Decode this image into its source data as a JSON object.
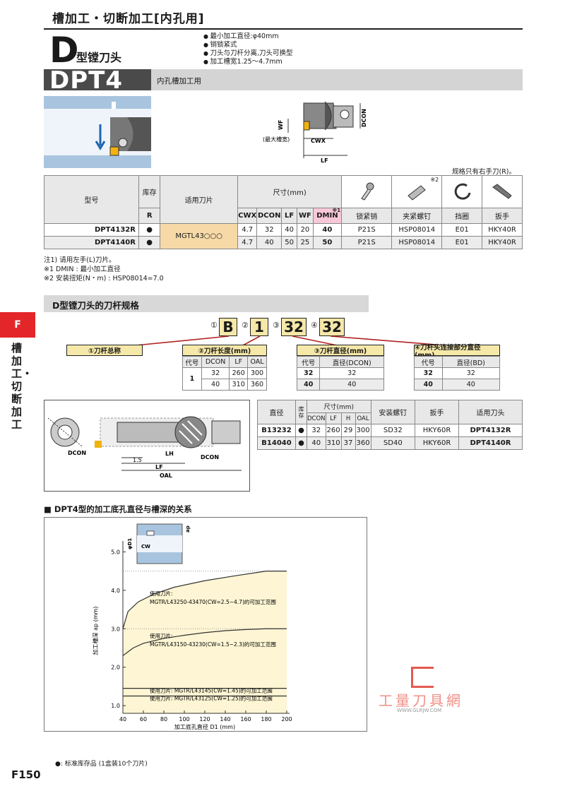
{
  "header": {
    "title": "槽加工・切断加工[内孔用]"
  },
  "product": {
    "type_letter": "D",
    "type_sub": "型镗刀头",
    "features": [
      "最小加工直径:φ40mm",
      "销锁紧式",
      "刀头与刀杆分离,刀头可换型",
      "加工槽宽1.25～4.7mm"
    ],
    "model": "DPT4",
    "subtitle": "内孔槽加工用"
  },
  "diagram_labels": {
    "dcon": "DCON",
    "wf": "WF",
    "cwx_note": "(最大槽宽)",
    "cwx": "CWX",
    "lf": "LF"
  },
  "right_hand_note": "规格只有右手刀(R)。",
  "main_table": {
    "h_model": "型号",
    "h_stock": "库存",
    "h_stock_r": "R",
    "h_insert": "适用刀片",
    "h_dims": "尺寸(mm)",
    "h_cols": [
      "CWX",
      "DCON",
      "LF",
      "WF",
      "DMIN"
    ],
    "h_mark1": "※1",
    "h_mark2": "※2",
    "h_parts": [
      "锁紧销",
      "夹紧螺钉",
      "挡圈",
      "扳手"
    ],
    "insert": "MGTL43○○○",
    "rows": [
      {
        "model": "DPT4132R",
        "stock": "●",
        "cwx": "4.7",
        "dcon": "32",
        "lf": "40",
        "wf": "20",
        "dmin": "40",
        "pin": "P21S",
        "screw": "HSP08014",
        "ring": "E01",
        "wrench": "HKY40R"
      },
      {
        "model": "DPT4140R",
        "stock": "●",
        "cwx": "4.7",
        "dcon": "40",
        "lf": "50",
        "wf": "25",
        "dmin": "50",
        "pin": "P21S",
        "screw": "HSP08014",
        "ring": "E01",
        "wrench": "HKY40R"
      }
    ]
  },
  "notes": [
    "注1) 请用左手(L)刀片。",
    "※1 DMIN : 最小加工直径",
    "※2 安装扭矩(N・m) : HSP08014=7.0"
  ],
  "section2": {
    "title": "D型镗刀头的刀杆规格"
  },
  "side": {
    "tab": "F",
    "text": "槽加工・切断加工"
  },
  "code": {
    "marks": [
      "①",
      "②",
      "③",
      "④"
    ],
    "parts": [
      "B",
      "1",
      "32",
      "32"
    ],
    "labels": [
      "①刀杆总称",
      "②刀杆长度(mm)",
      "③刀杆直径(mm)",
      "④刀杆头连接部分直径(mm)"
    ]
  },
  "len_table": {
    "h": [
      "代号",
      "DCON",
      "LF",
      "OAL"
    ],
    "code": "1",
    "rows": [
      [
        "32",
        "260",
        "300"
      ],
      [
        "40",
        "310",
        "360"
      ]
    ]
  },
  "dia_table": {
    "h": [
      "代号",
      "直径(DCON)"
    ],
    "rows": [
      [
        "32",
        "32"
      ],
      [
        "40",
        "40"
      ]
    ]
  },
  "conn_table": {
    "h": [
      "代号",
      "直径(BD)"
    ],
    "rows": [
      [
        "32",
        "32"
      ],
      [
        "40",
        "40"
      ]
    ]
  },
  "bar_diagram": {
    "dcon": "DCON",
    "lh": "LH",
    "lf": "LF",
    "oal": "OAL",
    "dcon2": "DCON",
    "v15": "1.5"
  },
  "bar_table": {
    "h_dia": "直径",
    "h_stock": "库存",
    "h_dims": "尺寸(mm)",
    "h_cols": [
      "DCON",
      "LF",
      "H",
      "OAL"
    ],
    "h_screw": "安装螺钉",
    "h_wrench": "扳手",
    "h_head": "适用刀头",
    "rows": [
      {
        "dia": "B13232",
        "stock": "●",
        "dcon": "32",
        "lf": "260",
        "h": "29",
        "oal": "300",
        "screw": "SD32",
        "wrench": "HKY60R",
        "head": "DPT4132R"
      },
      {
        "dia": "B14040",
        "stock": "●",
        "dcon": "40",
        "lf": "310",
        "h": "37",
        "oal": "360",
        "screw": "SD40",
        "wrench": "HKY60R",
        "head": "DPT4140R"
      }
    ]
  },
  "chart_heading": "■ DPT4型的加工底孔直径与槽深的关系",
  "chart_data": {
    "type": "line",
    "xlabel": "加工底孔直径 D1 (mm)",
    "ylabel": "加工槽深 ap (mm)",
    "xlim": [
      40,
      200
    ],
    "ylim": [
      0.8,
      5.1
    ],
    "xticks": [
      40,
      60,
      80,
      100,
      120,
      140,
      160,
      180,
      200
    ],
    "yticks": [
      1.0,
      2.0,
      3.0,
      4.0,
      5.0
    ],
    "inset_labels": {
      "ap": "ap",
      "d1": "φD1",
      "cw": "CW"
    },
    "series": [
      {
        "name": "使用刀片:\nMGTR/L43250-43470(CW=2.5~4.7)的可加工范围",
        "x": [
          40,
          45,
          55,
          70,
          90,
          120,
          150,
          175,
          180,
          200
        ],
        "y": [
          3.0,
          3.45,
          3.7,
          3.9,
          4.08,
          4.25,
          4.38,
          4.48,
          4.5,
          4.5
        ]
      },
      {
        "name": "使用刀片:\nMGTR/L43150-43230(CW=1.5~2.3)的可加工范围",
        "x": [
          40,
          50,
          60,
          80,
          100,
          120,
          140,
          160,
          180,
          200
        ],
        "y": [
          2.3,
          2.5,
          2.62,
          2.75,
          2.83,
          2.9,
          2.95,
          2.98,
          3.0,
          3.0
        ]
      },
      {
        "name": "使用刀片: MGTR/L43145(CW=1.45)的可加工范围",
        "x": [
          40,
          200
        ],
        "y": [
          1.45,
          1.45
        ]
      },
      {
        "name": "使用刀片: MGTR/L43125(CW=1.25)的可加工范围",
        "x": [
          40,
          200
        ],
        "y": [
          1.25,
          1.25
        ]
      }
    ],
    "dotted_levels": [
      4.5,
      3.0,
      1.45,
      1.25
    ],
    "colors": {
      "fill": "#fdf5d3",
      "line": "#333333"
    }
  },
  "watermark": {
    "text": "工量刀具網",
    "url": "WWW.GLRJW.COM"
  },
  "footer": {
    "note": "●: 标准库存品 (1盒装10个刀片)",
    "page": "F150"
  }
}
